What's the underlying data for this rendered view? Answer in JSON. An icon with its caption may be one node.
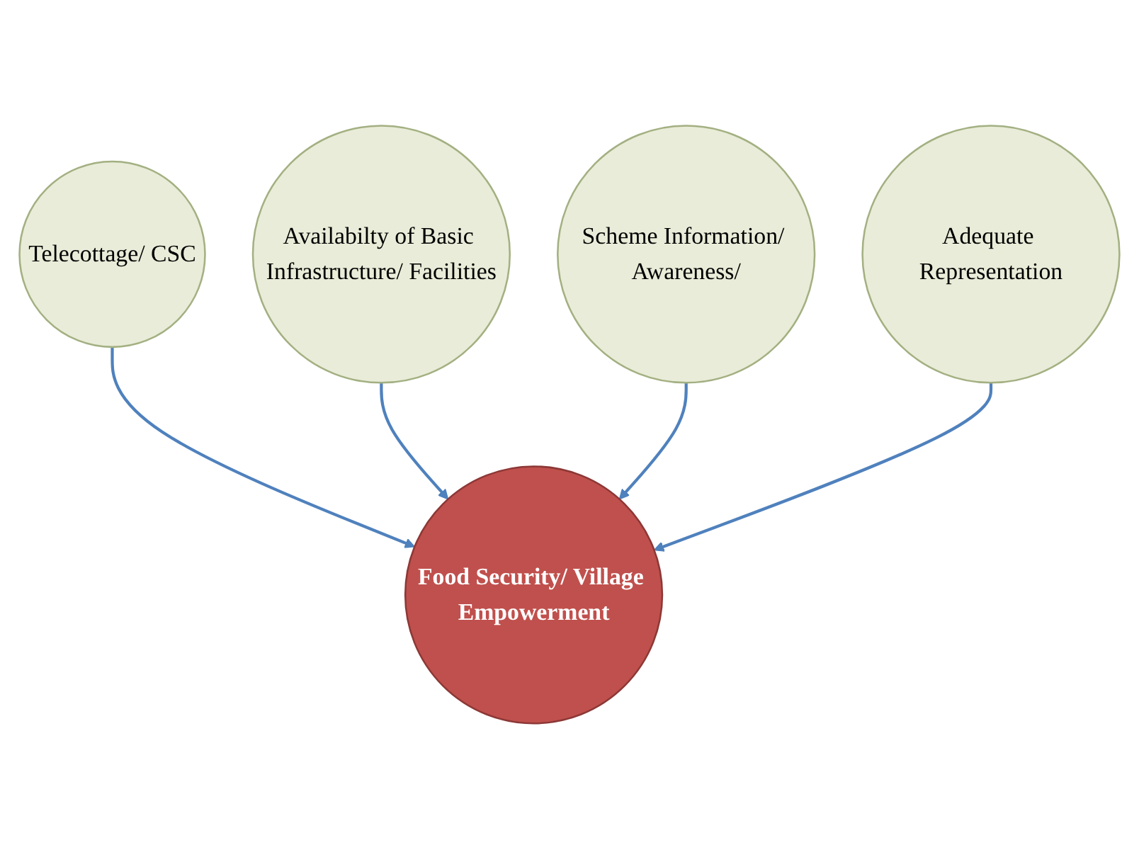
{
  "diagram": {
    "nodes": [
      {
        "text": [
          "Telecottage/ CSC"
        ]
      },
      {
        "text": [
          "Availabilty of Basic Infrastructure/ Facilities"
        ]
      },
      {
        "text": [
          "Food Security/ Village Empowerment"
        ]
      },
      {
        "text": [
          "Scheme Information/ Awareness/"
        ]
      },
      {
        "text": [
          "Adequate Representation"
        ]
      }
    ],
    "edges": [
      {
        "from": 0,
        "to": 2,
        "arrow": "to"
      },
      {
        "from": 1,
        "to": 2,
        "arrow": "to"
      },
      {
        "from": 3,
        "to": 2,
        "arrow": "to"
      },
      {
        "from": 4,
        "to": 2,
        "arrow": "to"
      }
    ]
  }
}
